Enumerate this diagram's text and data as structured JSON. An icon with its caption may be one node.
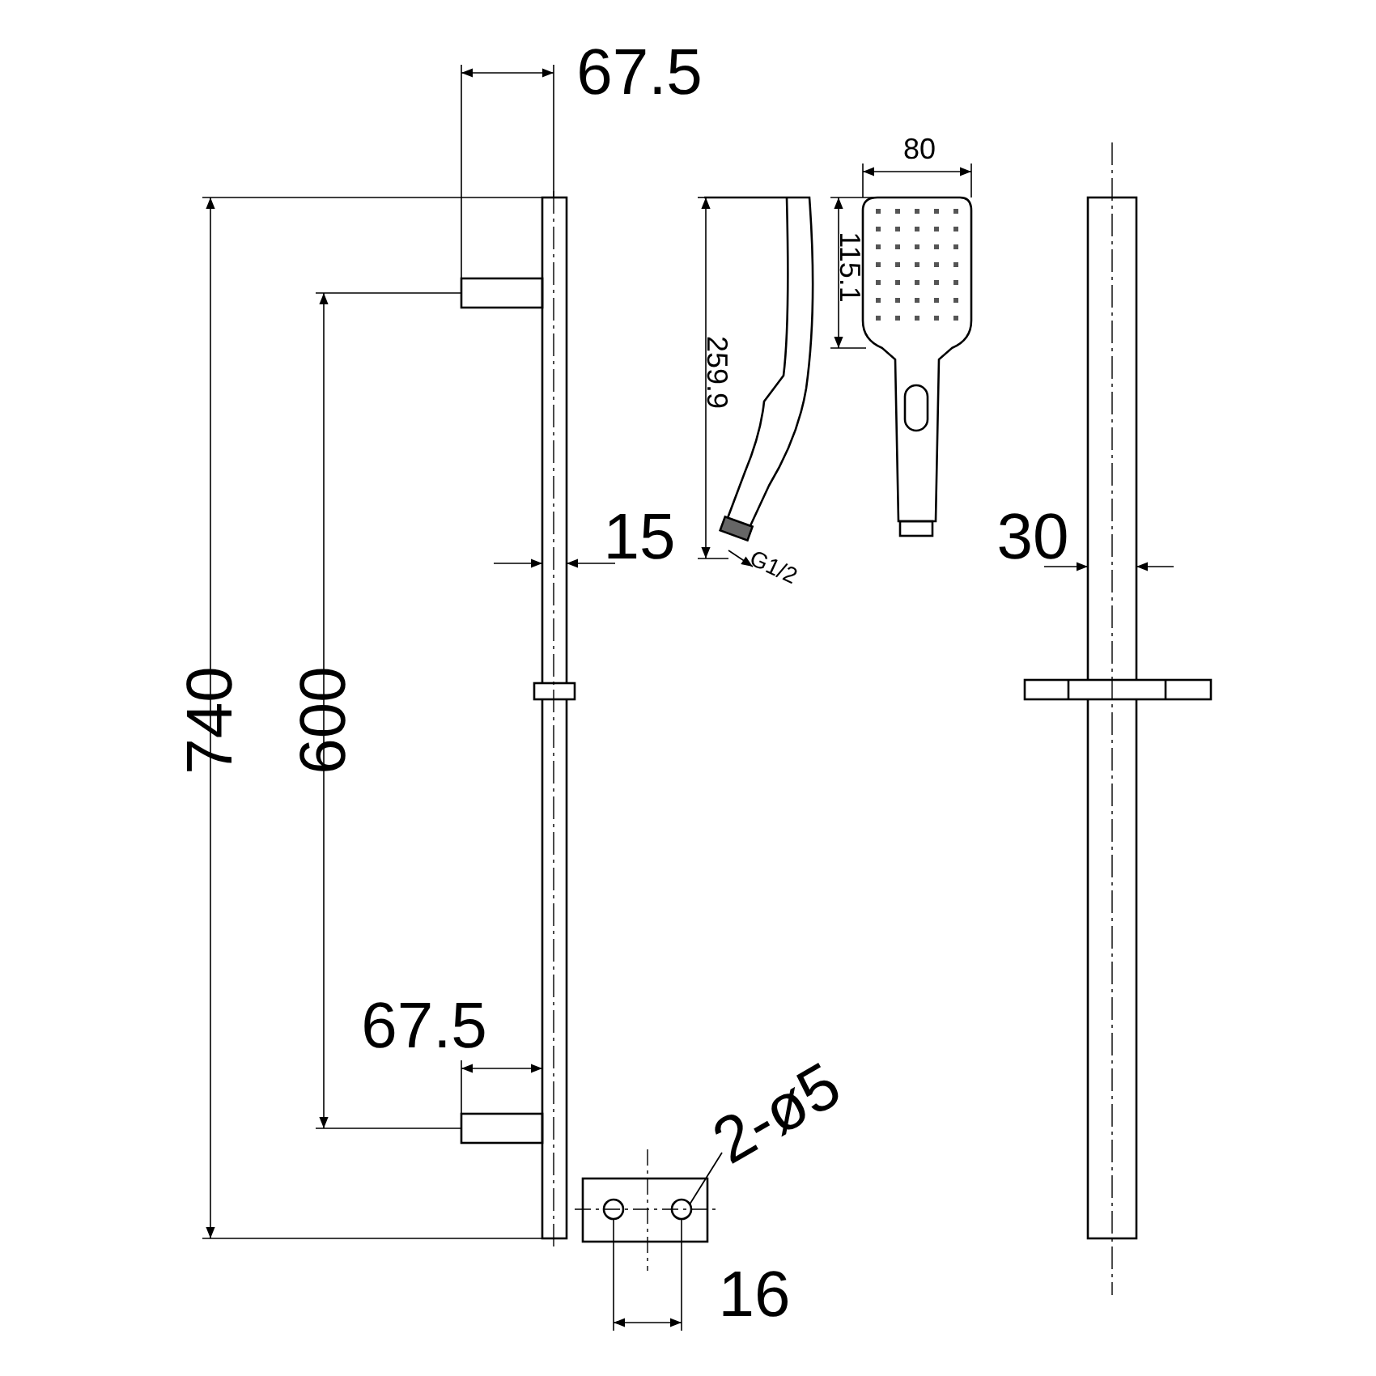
{
  "diagram": {
    "nodes": [
      {
        "text": [
          "2-ø5"
        ]
      },
      {
        "text": [],
        "shape": "circle"
      }
    ],
    "edges": [
      {
        "from": 0,
        "to": 1,
        "arrow": "none"
      }
    ],
    "labels": [
      "67.5",
      "80",
      "259.9",
      "115.1",
      "740",
      "600",
      "15",
      "G1/2",
      "30",
      "67.5",
      "16"
    ]
  }
}
